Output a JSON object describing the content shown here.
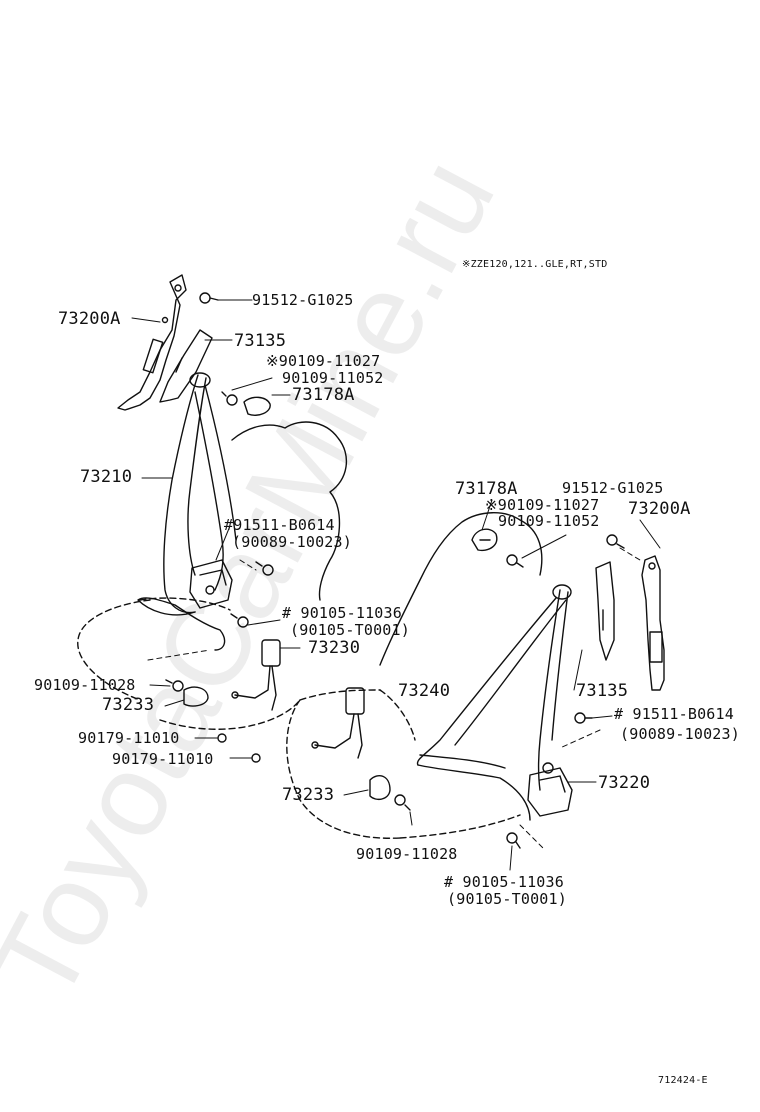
{
  "legend_note": "※ZZE120,121..GLE,RT,STD",
  "figure_code": "712424-E",
  "watermark": "ToyotaCarMine.ru",
  "labels": {
    "l_91512_top": "91512-G1025",
    "l_73200A_left": "73200A",
    "l_73135_left": "73135",
    "l_90109_11027_left": "※90109-11027",
    "l_90109_11052_left": "90109-11052",
    "l_73178A_left": "73178A",
    "l_73210": "73210",
    "l_91511_left": "#91511-B0614",
    "l_90089_left": "(90089-10023)",
    "l_90105_left": "# 90105-11036",
    "l_90105T_left": "(90105-T0001)",
    "l_73230": "73230",
    "l_90109_11028_left": "90109-11028",
    "l_73233_left": "73233",
    "l_90179_a": "90179-11010",
    "l_90179_b": "90179-11010",
    "l_73240": "73240",
    "l_73178A_right": "73178A",
    "l_91512_right": "91512-G1025",
    "l_90109_11027_right": "※90109-11027",
    "l_90109_11052_right": "90109-11052",
    "l_73200A_right": "73200A",
    "l_73135_right": "73135",
    "l_91511_right": "# 91511-B0614",
    "l_90089_right": "(90089-10023)",
    "l_73220": "73220",
    "l_73233_right": "73233",
    "l_90109_11028_right": "90109-11028",
    "l_90105_right": "# 90105-11036",
    "l_90105T_right": "(90105-T0001)"
  }
}
